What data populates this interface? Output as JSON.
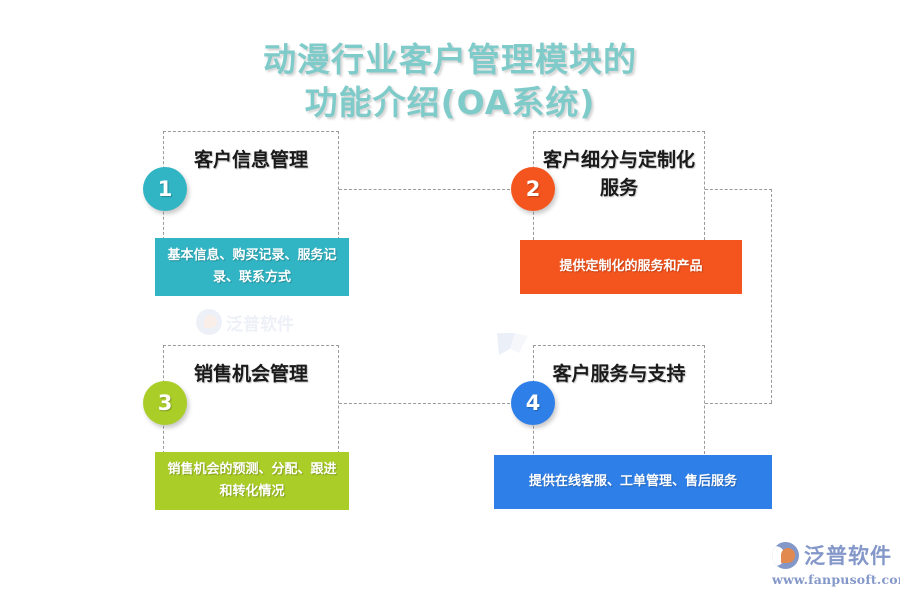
{
  "slide": {
    "title": "动漫行业客户管理模块的\n功能介绍(OA系统)",
    "title_color": "#7ecbca",
    "background": "#ffffff"
  },
  "quadrants": [
    {
      "number": "1",
      "heading": "客户信息管理",
      "caption": "基本信息、购买记录、服务记录、联系方式",
      "color": "#31b5c4"
    },
    {
      "number": "2",
      "heading": "客户细分与定制化\n服务",
      "caption": "提供定制化的服务和产品",
      "color": "#f4551e"
    },
    {
      "number": "3",
      "heading": "销售机会管理",
      "caption": "销售机会的预测、分配、跟进和转化情况",
      "color": "#aacd28"
    },
    {
      "number": "4",
      "heading": "客户服务与支持",
      "caption": "提供在线客服、工单管理、售后服务",
      "color": "#2e7fe8"
    }
  ],
  "watermark": {
    "text": "泛普软件",
    "color": "#7b93c7"
  },
  "logo": {
    "name": "泛普软件",
    "url": "www.fanpusoft.com",
    "color": "#8497c9"
  }
}
